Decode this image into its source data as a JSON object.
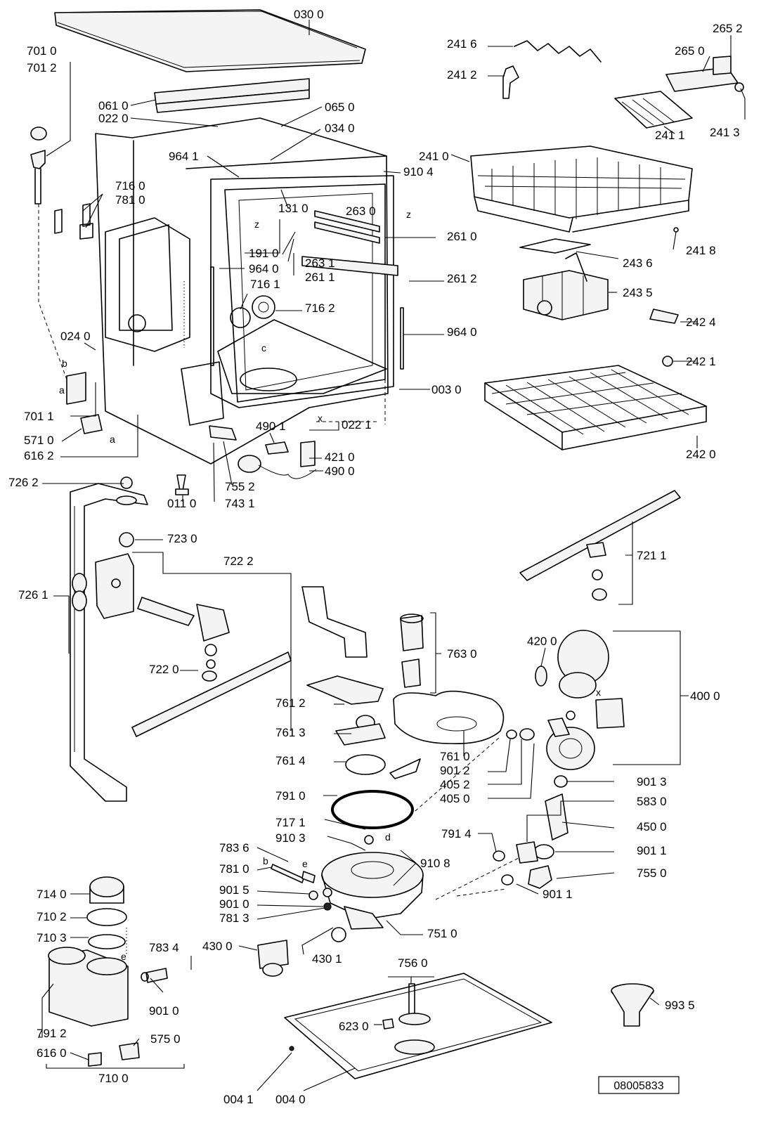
{
  "diagram": {
    "reference_number": "08005833",
    "part_labels": [
      {
        "id": "p0300",
        "text": "030 0"
      },
      {
        "id": "p7010",
        "text": "701 0"
      },
      {
        "id": "p7012",
        "text": "701 2"
      },
      {
        "id": "p0610",
        "text": "061 0"
      },
      {
        "id": "p0220",
        "text": "022 0"
      },
      {
        "id": "p0650",
        "text": "065 0"
      },
      {
        "id": "p0340",
        "text": "034 0"
      },
      {
        "id": "p9641a",
        "text": "964 1"
      },
      {
        "id": "p7160",
        "text": "716 0"
      },
      {
        "id": "p7810a",
        "text": "781 0"
      },
      {
        "id": "p1310",
        "text": "131 0"
      },
      {
        "id": "p2630",
        "text": "263 0"
      },
      {
        "id": "p2610",
        "text": "261 0"
      },
      {
        "id": "p1910",
        "text": "191 0"
      },
      {
        "id": "p9640a",
        "text": "964 0"
      },
      {
        "id": "p2631",
        "text": "263 1"
      },
      {
        "id": "p2611",
        "text": "261 1"
      },
      {
        "id": "p2612",
        "text": "261 2"
      },
      {
        "id": "p7161",
        "text": "716 1"
      },
      {
        "id": "p7162",
        "text": "716 2"
      },
      {
        "id": "p0240",
        "text": "024 0"
      },
      {
        "id": "p9640b",
        "text": "964 0"
      },
      {
        "id": "p0030",
        "text": "003 0"
      },
      {
        "id": "p7011",
        "text": "701 1"
      },
      {
        "id": "p5710",
        "text": "571 0"
      },
      {
        "id": "p6162a",
        "text": "616 2"
      },
      {
        "id": "p4901",
        "text": "490 1"
      },
      {
        "id": "p0221",
        "text": "022 1"
      },
      {
        "id": "p4210",
        "text": "421 0"
      },
      {
        "id": "p4900",
        "text": "490 0"
      },
      {
        "id": "p7262",
        "text": "726 2"
      },
      {
        "id": "p0110",
        "text": "011 0"
      },
      {
        "id": "p7552",
        "text": "755 2"
      },
      {
        "id": "p7431",
        "text": "743 1"
      },
      {
        "id": "p7230",
        "text": "723 0"
      },
      {
        "id": "p7222",
        "text": "722 2"
      },
      {
        "id": "p7261",
        "text": "726 1"
      },
      {
        "id": "p7220",
        "text": "722 0"
      },
      {
        "id": "p2416",
        "text": "241 6"
      },
      {
        "id": "p2652",
        "text": "265 2"
      },
      {
        "id": "p2650",
        "text": "265 0"
      },
      {
        "id": "p2412",
        "text": "241 2"
      },
      {
        "id": "p2411",
        "text": "241 1"
      },
      {
        "id": "p2413",
        "text": "241 3"
      },
      {
        "id": "p2410",
        "text": "241 0"
      },
      {
        "id": "p9104",
        "text": "910 4"
      },
      {
        "id": "p2418",
        "text": "241 8"
      },
      {
        "id": "p2436",
        "text": "243 6"
      },
      {
        "id": "p2435",
        "text": "243 5"
      },
      {
        "id": "p2424",
        "text": "242 4"
      },
      {
        "id": "p2421",
        "text": "242 1"
      },
      {
        "id": "p2420",
        "text": "242 0"
      },
      {
        "id": "p7211",
        "text": "721 1"
      },
      {
        "id": "p7630",
        "text": "763 0"
      },
      {
        "id": "p4200",
        "text": "420 0"
      },
      {
        "id": "p4000",
        "text": "400 0"
      },
      {
        "id": "p7612",
        "text": "761 2"
      },
      {
        "id": "p7613",
        "text": "761 3"
      },
      {
        "id": "p7614",
        "text": "761 4"
      },
      {
        "id": "p7610",
        "text": "761 0"
      },
      {
        "id": "p9012",
        "text": "901 2"
      },
      {
        "id": "p4052",
        "text": "405 2"
      },
      {
        "id": "p4050",
        "text": "405 0"
      },
      {
        "id": "p9013",
        "text": "901 3"
      },
      {
        "id": "p7910",
        "text": "791 0"
      },
      {
        "id": "p5830",
        "text": "583 0"
      },
      {
        "id": "p4500",
        "text": "450 0"
      },
      {
        "id": "p7171",
        "text": "717 1"
      },
      {
        "id": "p9103",
        "text": "910 3"
      },
      {
        "id": "p7914",
        "text": "791 4"
      },
      {
        "id": "p9011a",
        "text": "901 1"
      },
      {
        "id": "p7836",
        "text": "783 6"
      },
      {
        "id": "p9108",
        "text": "910 8"
      },
      {
        "id": "p7810b",
        "text": "781 0"
      },
      {
        "id": "p7550",
        "text": "755 0"
      },
      {
        "id": "p9011b",
        "text": "901 1"
      },
      {
        "id": "p7140",
        "text": "714 0"
      },
      {
        "id": "p9015",
        "text": "901 5"
      },
      {
        "id": "p9010a",
        "text": "901 0"
      },
      {
        "id": "p7102",
        "text": "710 2"
      },
      {
        "id": "p7813",
        "text": "781 3"
      },
      {
        "id": "p7510",
        "text": "751 0"
      },
      {
        "id": "p7103",
        "text": "710 3"
      },
      {
        "id": "p7834",
        "text": "783 4"
      },
      {
        "id": "p4300",
        "text": "430 0"
      },
      {
        "id": "p4301",
        "text": "430 1"
      },
      {
        "id": "p7560",
        "text": "756 0"
      },
      {
        "id": "p9010b",
        "text": "901 0"
      },
      {
        "id": "p9935",
        "text": "993 5"
      },
      {
        "id": "p7912",
        "text": "791 2"
      },
      {
        "id": "p5750",
        "text": "575 0"
      },
      {
        "id": "p6230",
        "text": "623 0"
      },
      {
        "id": "p6160",
        "text": "616 0"
      },
      {
        "id": "p7100",
        "text": "710 0"
      },
      {
        "id": "p0041",
        "text": "004 1"
      },
      {
        "id": "p0040",
        "text": "004 0"
      }
    ],
    "connector_letters": [
      {
        "id": "Lz1",
        "text": "z"
      },
      {
        "id": "Lz2",
        "text": "z"
      },
      {
        "id": "Lb1",
        "text": "b"
      },
      {
        "id": "La1",
        "text": "a"
      },
      {
        "id": "La2",
        "text": "a"
      },
      {
        "id": "Lc1",
        "text": "c"
      },
      {
        "id": "Lx1",
        "text": "x"
      },
      {
        "id": "Lx2",
        "text": "x"
      },
      {
        "id": "Ld1",
        "text": "d"
      },
      {
        "id": "Lb2",
        "text": "b"
      },
      {
        "id": "Le1",
        "text": "e"
      },
      {
        "id": "Le2",
        "text": "e"
      }
    ]
  }
}
